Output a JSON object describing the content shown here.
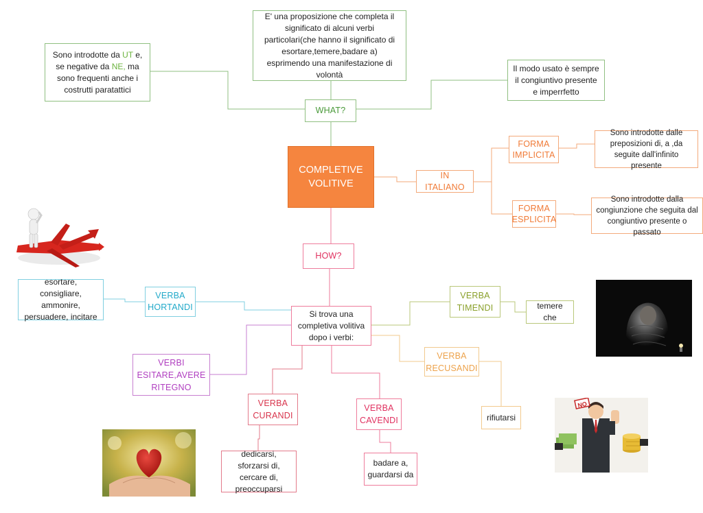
{
  "central": {
    "line1": "COMPLETIVE",
    "line2": "VOLITIVE"
  },
  "what": {
    "label": "WHAT?",
    "definition": "E' una proposizione che completa il significato di alcuni verbi particolari(che hanno il significato di esortare,temere,badare a) esprimendo una manifestazione di volontà",
    "intro": {
      "part1": "Sono introdotte da ",
      "ut": "UT",
      "part2": " e, se negative da ",
      "ne": "NE,",
      "part3": " ma sono frequenti anche i costrutti paratattici"
    },
    "mode": "Il modo usato è sempre il congiuntivo presente e imperrfetto"
  },
  "italiano": {
    "label": "IN ITALIANO",
    "implicita": {
      "label": "FORMA IMPLICITA",
      "text": "Sono introdotte dalle preposizioni di, a ,da seguite dall'infinito presente"
    },
    "esplicita": {
      "label": "FORMA ESPLICITA",
      "text": "Sono introdotte dalla congiunzione che seguita dal congiuntivo presente o passato"
    }
  },
  "how": {
    "label": "HOW?",
    "main": "Si trova una completiva volitiva dopo i verbi:",
    "hortandi": {
      "label": "VERBA HORTANDI",
      "examples": "esortare, consigliare, ammonire, persuadere, incitare"
    },
    "esitare": {
      "label": "VERBI ESITARE,AVERE RITEGNO"
    },
    "curandi": {
      "label": "VERBA CURANDI",
      "examples": "dedicarsi, sforzarsi di, cercare di, preoccuparsi"
    },
    "cavendi": {
      "label": "VERBA CAVENDI",
      "examples": "badare a, guardarsi da"
    },
    "timendi": {
      "label": "VERBA TIMENDI",
      "examples": "temere che"
    },
    "recusandi": {
      "label": "VERBA RECUSANDI",
      "examples": "rifiutarsi"
    }
  },
  "images": {
    "no_sign": "NO"
  },
  "colors": {
    "central": "#f5853f",
    "what": "#4a9a3a",
    "italiano": "#f07a36",
    "how": "#e0305f",
    "hortandi": "#21a9c9",
    "esitare": "#b03ec0",
    "timendi": "#8aa02a",
    "recusandi": "#eda24a",
    "curandi": "#d8344c"
  }
}
